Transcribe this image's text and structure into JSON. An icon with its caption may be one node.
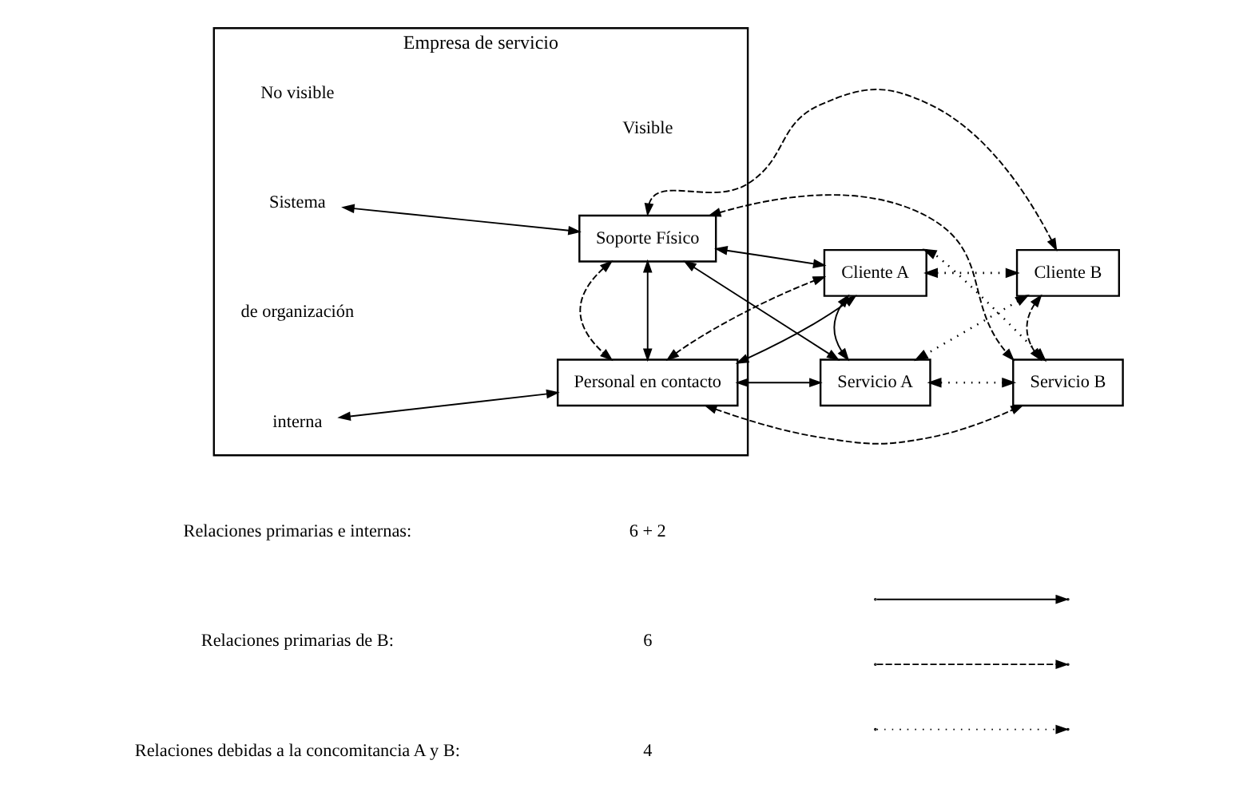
{
  "diagram": {
    "nodes": [
      {
        "text": [
          "Empresa de servicio"
        ]
      },
      {
        "text": [
          "Sistema"
        ],
        "in": 0
      },
      {
        "text": [
          "Soporte Físico"
        ],
        "in": 0
      },
      {
        "text": [
          "Personal en contacto"
        ],
        "in": 0
      },
      {
        "text": [
          "interna"
        ],
        "in": 0
      },
      {
        "text": [
          "Cliente A"
        ]
      },
      {
        "text": [
          "Cliente B"
        ]
      },
      {
        "text": [
          "Servicio A"
        ]
      },
      {
        "text": [
          "Servicio B"
        ]
      }
    ],
    "edges": [
      {
        "from": 1,
        "to": 2,
        "arrow": "both"
      },
      {
        "from": 4,
        "to": 3,
        "arrow": "both"
      },
      {
        "from": 2,
        "to": 3,
        "arrow": "both"
      },
      {
        "from": 2,
        "to": 3,
        "arrow": "both",
        "style": "dashed"
      },
      {
        "from": 2,
        "to": 5,
        "arrow": "both"
      },
      {
        "from": 3,
        "to": 5,
        "arrow": "both"
      },
      {
        "from": 3,
        "to": 5,
        "arrow": "both",
        "style": "dashed"
      },
      {
        "from": 2,
        "to": 6,
        "arrow": "both",
        "style": "dashed"
      },
      {
        "from": 2,
        "to": 7,
        "arrow": "both"
      },
      {
        "from": 3,
        "to": 7,
        "arrow": "both"
      },
      {
        "from": 2,
        "to": 8,
        "arrow": "both",
        "style": "dashed"
      },
      {
        "from": 3,
        "to": 8,
        "arrow": "both",
        "style": "dashed"
      },
      {
        "from": 5,
        "to": 7,
        "arrow": "both"
      },
      {
        "from": 6,
        "to": 8,
        "arrow": "both",
        "style": "dashed"
      },
      {
        "from": 5,
        "to": 6,
        "arrow": "both",
        "style": "dashed"
      },
      {
        "from": 6,
        "to": 7,
        "arrow": "both",
        "style": "dashed"
      },
      {
        "from": 7,
        "to": 8,
        "arrow": "both",
        "style": "dashed"
      },
      {
        "from": 8,
        "to": 5,
        "arrow": "both",
        "style": "dashed"
      }
    ],
    "labels": [
      "No visible",
      "Visible",
      "de organización",
      "6 + 2",
      "6",
      "4"
    ],
    "legend": [
      {
        "text": "Relaciones primarias e internas:"
      },
      {
        "text": "Relaciones primarias de B:"
      },
      {
        "text": "Relaciones debidas a la concomitancia A y B:"
      }
    ]
  }
}
